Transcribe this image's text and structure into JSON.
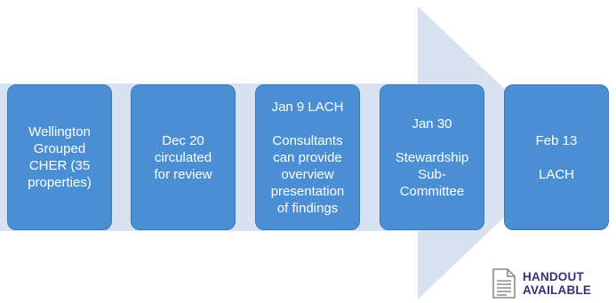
{
  "colors": {
    "box_fill": "#4a8fd3",
    "box_border": "#3a78b9",
    "arrow_fill": "#d7e1ef",
    "handout_text": "#3d2a7a"
  },
  "steps": [
    {
      "label": "Wellington\nGrouped\nCHER (35\nproperties)"
    },
    {
      "label": "Dec 20\ncirculated\nfor review"
    },
    {
      "label": "Jan 9 LACH\n\nConsultants\ncan provide\noverview\npresentation\nof findings"
    },
    {
      "label": "Jan 30\n\nStewardship\nSub-\nCommittee"
    },
    {
      "label": "Feb 13\n\nLACH"
    }
  ],
  "handout": {
    "icon": "document-icon",
    "label": "HANDOUT\nAVAILABLE"
  }
}
